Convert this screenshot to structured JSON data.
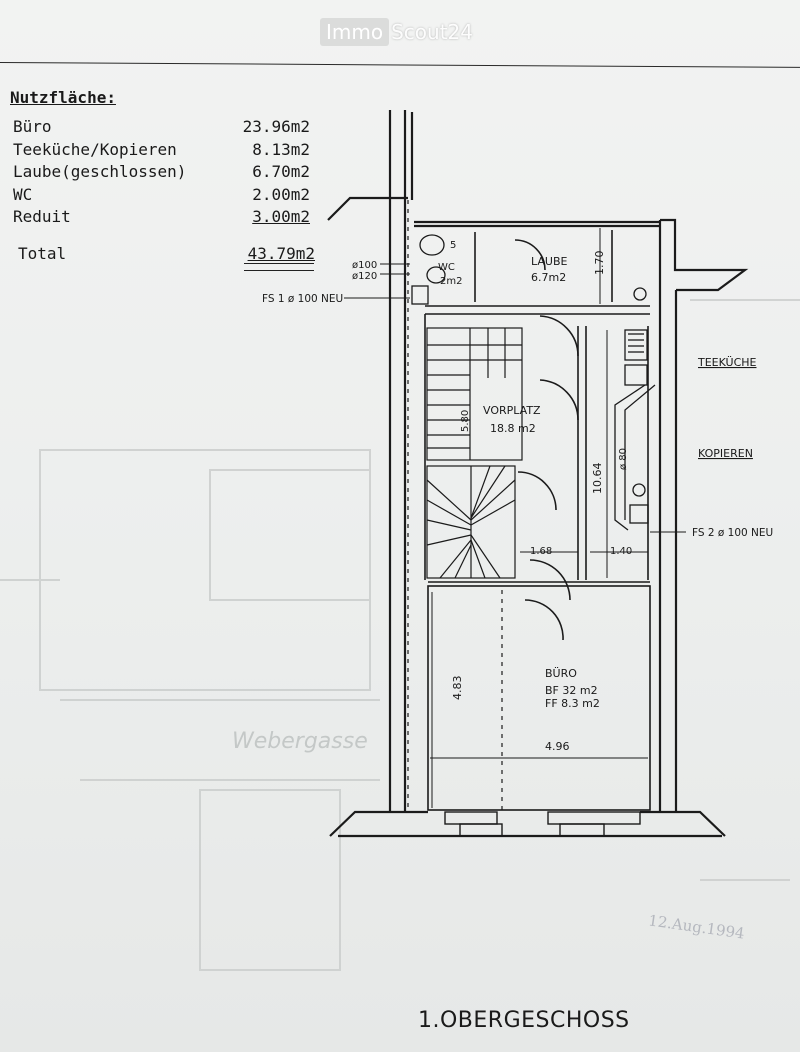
{
  "watermark": {
    "brand_box": "Immo",
    "brand_rest": "Scout24"
  },
  "areas": {
    "title": "Nutzfläche:",
    "rows": [
      {
        "label": "Büro",
        "value": "23.96m2"
      },
      {
        "label": "Teeküche/Kopieren",
        "value": "8.13m2"
      },
      {
        "label": "Laube(geschlossen)",
        "value": "6.70m2"
      },
      {
        "label": "WC",
        "value": "2.00m2"
      },
      {
        "label": "Reduit",
        "value": "3.00m2"
      }
    ],
    "total_label": "Total",
    "total_value": "43.79m2"
  },
  "plan": {
    "laube_label": "LAUBE",
    "laube_area": "6.7m2",
    "laube_dim": "1.70",
    "wc_label": "WC",
    "wc_area": "2m2",
    "wc_num": "5",
    "pipe_100": "ø100",
    "pipe_120": "ø120",
    "fs1": "FS 1 ø 100 NEU",
    "fs2": "FS 2 ø 100 NEU",
    "teekueche": "TEEKÜCHE",
    "kopieren": "KOPIEREN",
    "vorplatz_label": "VORPLATZ",
    "vorplatz_area": "18.8 m2",
    "dim_stair": "5.80",
    "dim_depth": "10.64",
    "dim_pipe": "ø 80",
    "dim_168": "1.68",
    "dim_140": "1.40",
    "buero_label": "BÜRO",
    "buero_bf": "BF 32 m2",
    "buero_ff": "FF 8.3 m2",
    "dim_483": "4.83",
    "dim_496": "4.96",
    "ghost_street": "Webergasse"
  },
  "caption": "1.OBERGESCHOSS",
  "stamp": "12.Aug.1994"
}
